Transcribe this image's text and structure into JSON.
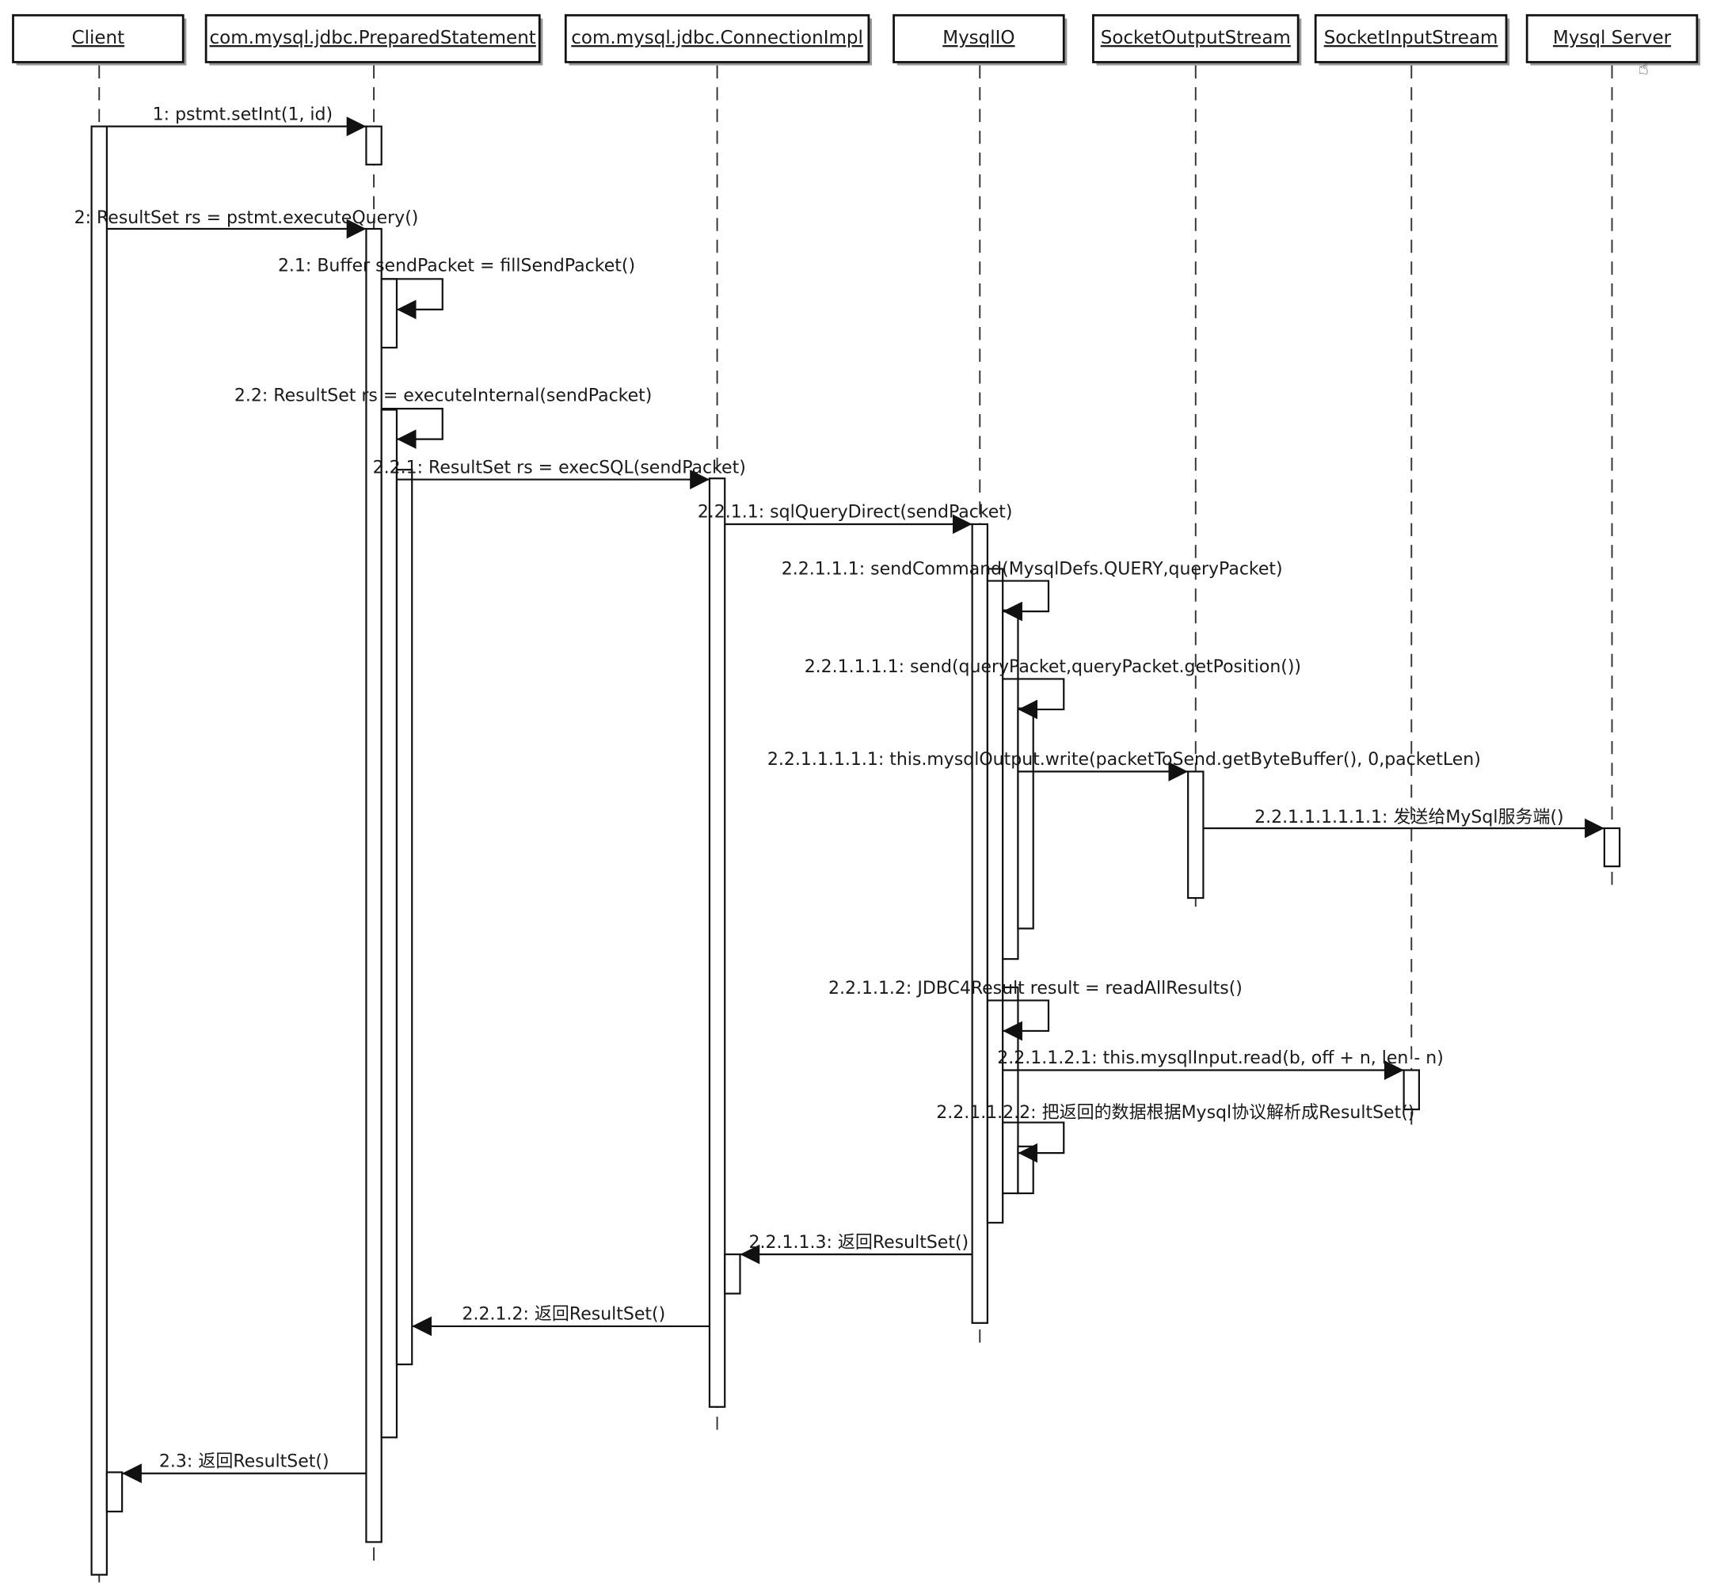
{
  "participants": [
    {
      "id": "client",
      "name": "Client"
    },
    {
      "id": "ps",
      "name": "com.mysql.jdbc.PreparedStatement"
    },
    {
      "id": "conn",
      "name": "com.mysql.jdbc.ConnectionImpl"
    },
    {
      "id": "io",
      "name": "MysqlIO"
    },
    {
      "id": "sos",
      "name": "SocketOutputStream"
    },
    {
      "id": "sis",
      "name": "SocketInputStream"
    },
    {
      "id": "srv",
      "name": "Mysql Server"
    }
  ],
  "messages": [
    {
      "label": "1: pstmt.setInt(1, id)",
      "from": "client",
      "to": "ps",
      "kind": "call"
    },
    {
      "label": "2: ResultSet rs = pstmt.executeQuery()",
      "from": "client",
      "to": "ps",
      "kind": "call"
    },
    {
      "label": "2.1: Buffer sendPacket = fillSendPacket()",
      "from": "ps",
      "to": "ps",
      "kind": "self"
    },
    {
      "label": "2.2: ResultSet rs = executeInternal(sendPacket)",
      "from": "ps",
      "to": "ps",
      "kind": "self"
    },
    {
      "label": "2.2.1: ResultSet rs = execSQL(sendPacket)",
      "from": "ps",
      "to": "conn",
      "kind": "call"
    },
    {
      "label": "2.2.1.1: sqlQueryDirect(sendPacket)",
      "from": "conn",
      "to": "io",
      "kind": "call"
    },
    {
      "label": "2.2.1.1.1: sendCommand(MysqlDefs.QUERY,queryPacket)",
      "from": "io",
      "to": "io",
      "kind": "self"
    },
    {
      "label": "2.2.1.1.1.1: send(queryPacket,queryPacket.getPosition())",
      "from": "io",
      "to": "io",
      "kind": "self"
    },
    {
      "label": "2.2.1.1.1.1.1: this.mysqlOutput.write(packetToSend.getByteBuffer(), 0,packetLen)",
      "from": "io",
      "to": "sos",
      "kind": "call"
    },
    {
      "label": "2.2.1.1.1.1.1.1: 发送给MySql服务端()",
      "from": "sos",
      "to": "srv",
      "kind": "call"
    },
    {
      "label": "2.2.1.1.2: JDBC4Result result = readAllResults()",
      "from": "io",
      "to": "io",
      "kind": "self"
    },
    {
      "label": "2.2.1.1.2.1: this.mysqlInput.read(b, off + n, len - n)",
      "from": "io",
      "to": "sis",
      "kind": "call"
    },
    {
      "label": "2.2.1.1.2.2: 把返回的数据根据Mysql协议解析成ResultSet()",
      "from": "io",
      "to": "io",
      "kind": "self"
    },
    {
      "label": "2.2.1.1.3: 返回ResultSet()",
      "from": "io",
      "to": "conn",
      "kind": "return"
    },
    {
      "label": "2.2.1.2: 返回ResultSet()",
      "from": "conn",
      "to": "ps",
      "kind": "return"
    },
    {
      "label": "2.3: 返回ResultSet()",
      "from": "ps",
      "to": "client",
      "kind": "return"
    }
  ]
}
